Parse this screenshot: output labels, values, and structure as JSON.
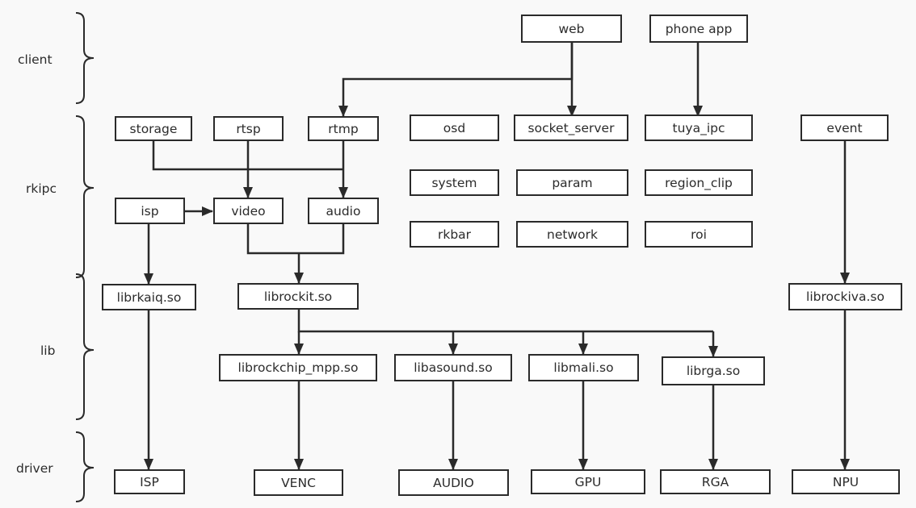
{
  "layers": [
    {
      "id": "client",
      "label": "client"
    },
    {
      "id": "rkipc",
      "label": "rkipc"
    },
    {
      "id": "lib",
      "label": "lib"
    },
    {
      "id": "driver",
      "label": "driver"
    }
  ],
  "nodes": {
    "web": "web",
    "phone_app": "phone app",
    "storage": "storage",
    "rtsp": "rtsp",
    "rtmp": "rtmp",
    "osd": "osd",
    "socket_server": "socket_server",
    "tuya_ipc": "tuya_ipc",
    "event": "event",
    "system": "system",
    "param": "param",
    "region_clip": "region_clip",
    "isp": "isp",
    "video": "video",
    "audio": "audio",
    "rkbar": "rkbar",
    "network": "network",
    "roi": "roi",
    "librkaiq": "librkaiq.so",
    "librockit": "librockit.so",
    "librockiva": "librockiva.so",
    "librockchip_mpp": "librockchip_mpp.so",
    "libasound": "libasound.so",
    "libmali": "libmali.so",
    "librga": "librga.so",
    "ISP": "ISP",
    "VENC": "VENC",
    "AUDIO": "AUDIO",
    "GPU": "GPU",
    "RGA": "RGA",
    "NPU": "NPU"
  },
  "edges": [
    {
      "from": "web",
      "to": "rtmp"
    },
    {
      "from": "web",
      "to": "socket_server"
    },
    {
      "from": "phone_app",
      "to": "tuya_ipc"
    },
    {
      "from": "storage",
      "to": "audio"
    },
    {
      "from": "rtsp",
      "to": "video"
    },
    {
      "from": "rtmp",
      "to": "audio"
    },
    {
      "from": "isp",
      "to": "video"
    },
    {
      "from": "isp",
      "to": "librkaiq"
    },
    {
      "from": "video",
      "to": "librockit"
    },
    {
      "from": "audio",
      "to": "librockit"
    },
    {
      "from": "event",
      "to": "librockiva"
    },
    {
      "from": "librockit",
      "to": "librockchip_mpp"
    },
    {
      "from": "librockit",
      "to": "libasound"
    },
    {
      "from": "librockit",
      "to": "libmali"
    },
    {
      "from": "librockit",
      "to": "librga"
    },
    {
      "from": "librkaiq",
      "to": "ISP"
    },
    {
      "from": "librockchip_mpp",
      "to": "VENC"
    },
    {
      "from": "libasound",
      "to": "AUDIO"
    },
    {
      "from": "libmali",
      "to": "GPU"
    },
    {
      "from": "librga",
      "to": "RGA"
    },
    {
      "from": "librockiva",
      "to": "NPU"
    }
  ],
  "colors": {
    "line": "#2a2a2a",
    "text": "#2b2b2b",
    "background": "#f9f9f9",
    "box_fill": "#ffffff"
  }
}
